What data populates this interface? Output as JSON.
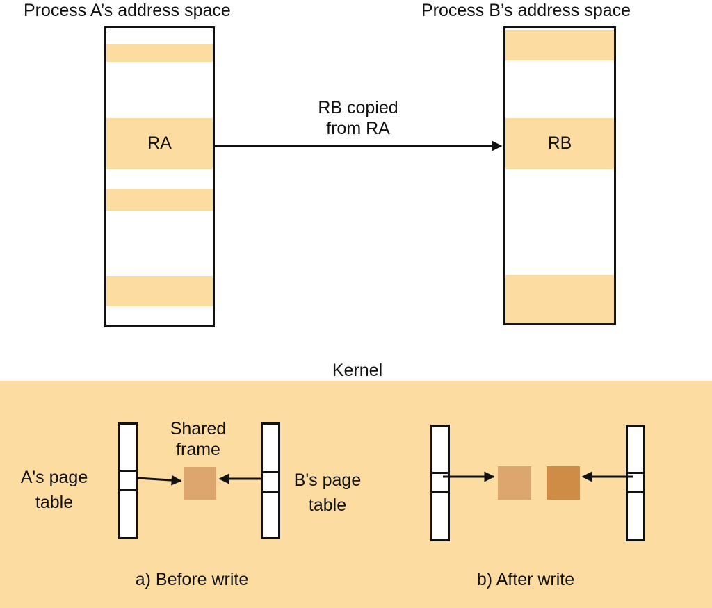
{
  "process_a": {
    "title": "Process A’s address space",
    "region_label": "RA"
  },
  "process_b": {
    "title": "Process B’s address space",
    "region_label": "RB"
  },
  "copy_arrow": {
    "line1": "RB copied",
    "line2": "from RA"
  },
  "kernel": {
    "title": "Kernel",
    "before": {
      "shared_line1": "Shared",
      "shared_line2": "frame",
      "a_table_line1": "A's page",
      "a_table_line2": "table",
      "b_table_line1": "B's page",
      "b_table_line2": "table",
      "caption": "a) Before write"
    },
    "after": {
      "caption": "b) After write"
    }
  },
  "colors": {
    "region": "#fcdca0",
    "kernel_bg": "#fcdca0",
    "shared_frame": "#dba76f",
    "new_frame": "#cf8c47",
    "outline": "#111111"
  }
}
